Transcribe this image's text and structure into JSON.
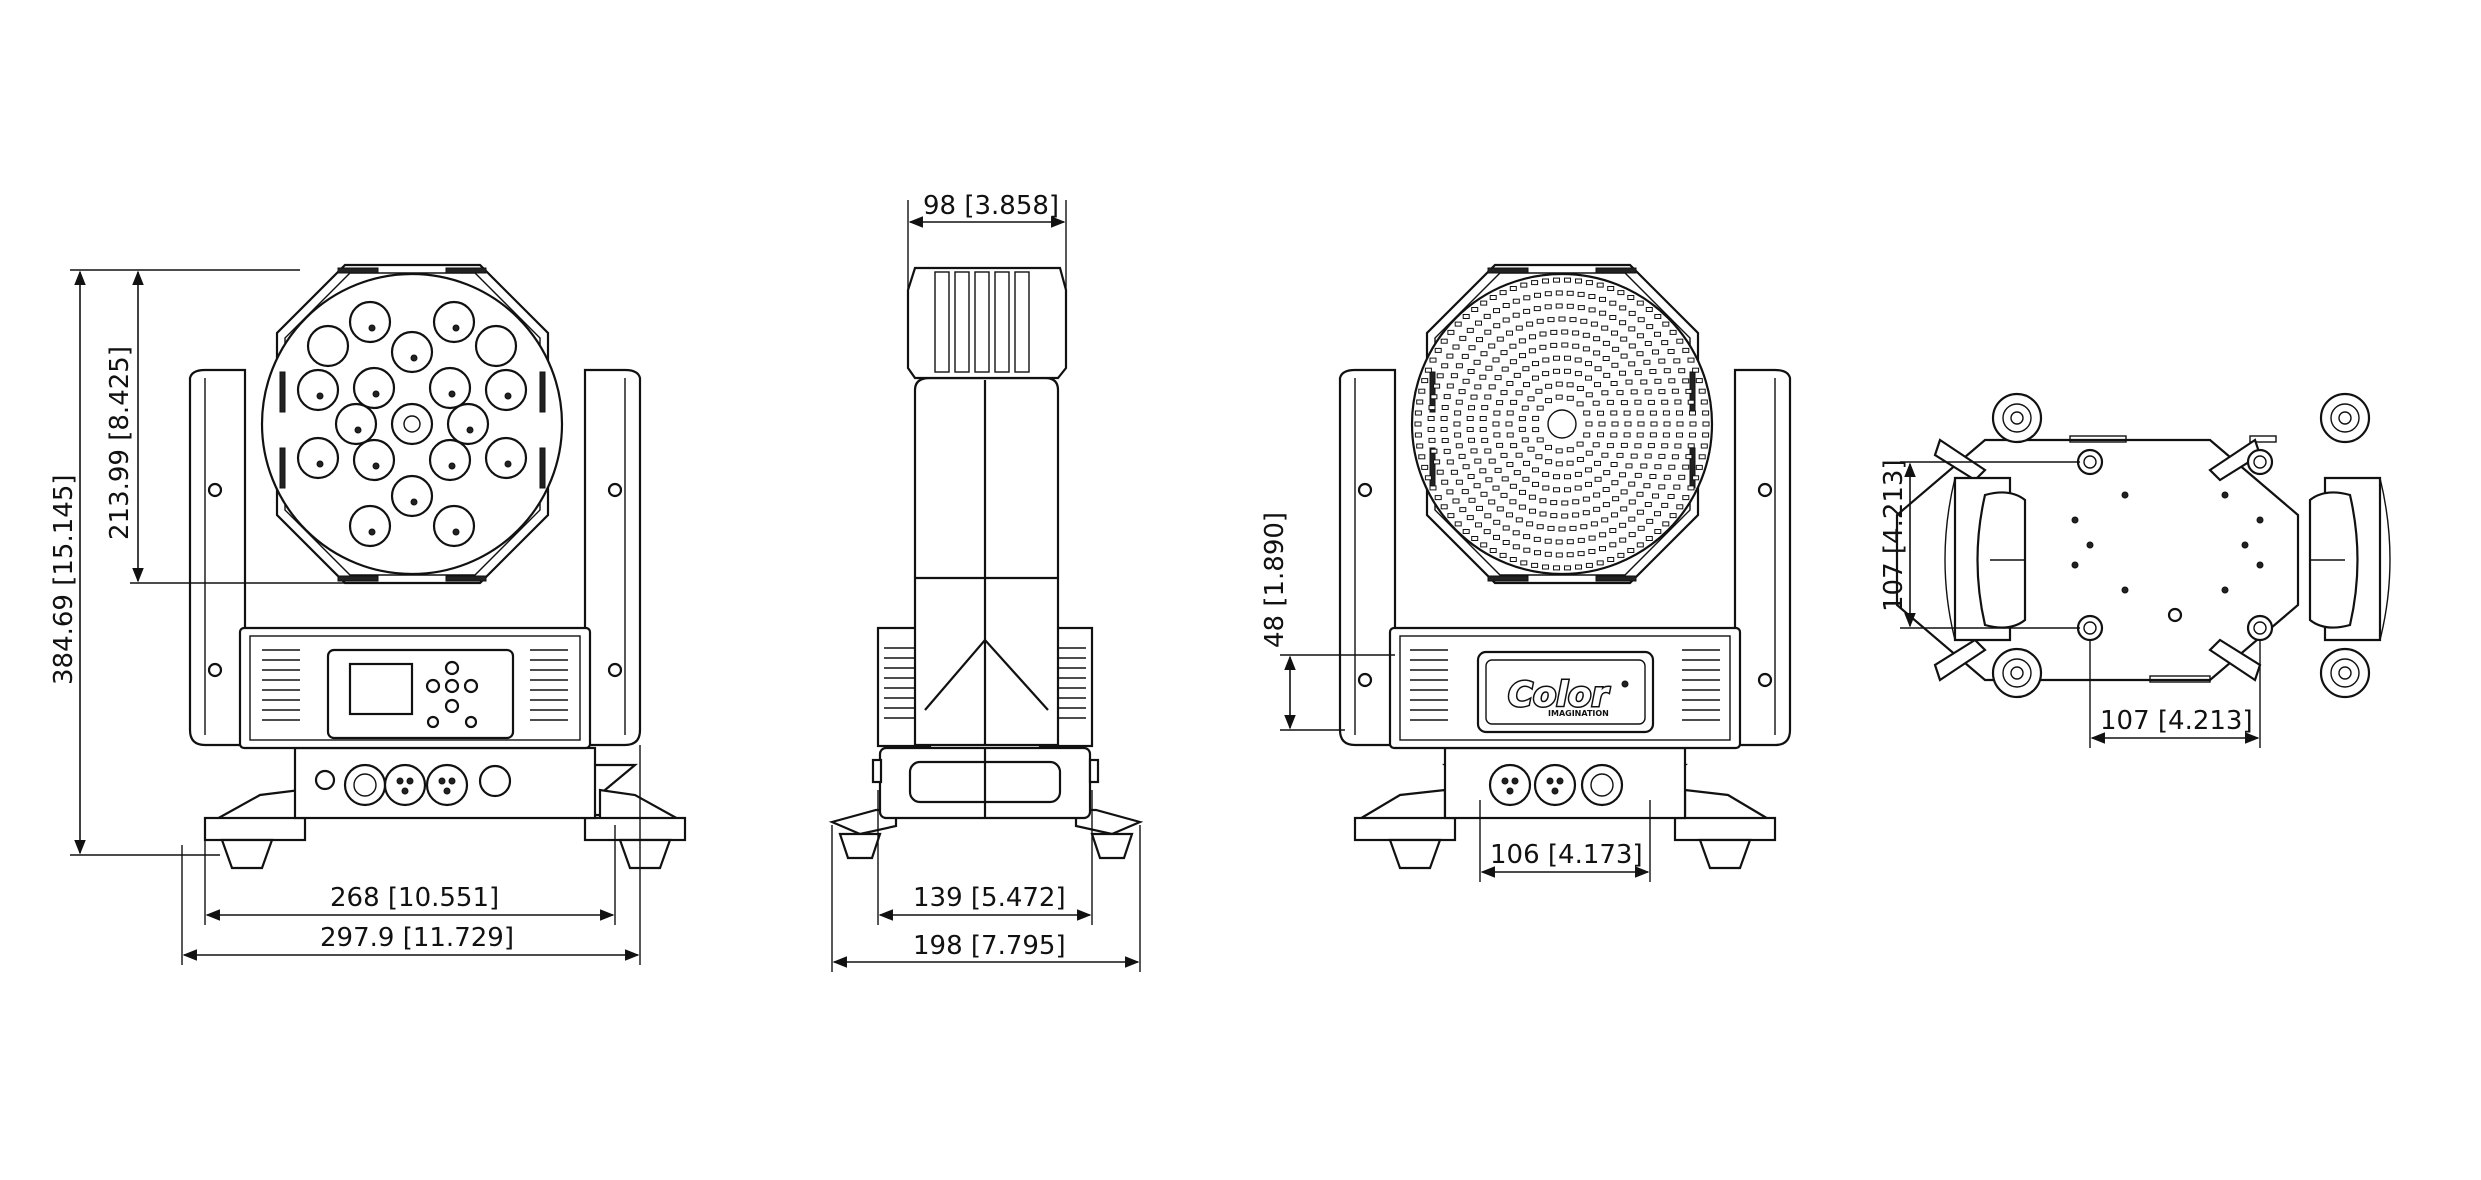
{
  "views": {
    "front": {
      "dims": {
        "total_height": "384.69 [15.145]",
        "head_height": "213.99 [8.425]",
        "arm_width": "268 [10.551]",
        "base_width": "297.9 [11.729]"
      }
    },
    "side": {
      "dims": {
        "head_depth": "98 [3.858]",
        "body_depth": "139 [5.472]",
        "base_depth": "198 [7.795]"
      }
    },
    "back": {
      "logo": {
        "brand": "Color",
        "tagline": "IMAGINATION"
      },
      "dims": {
        "connector_height": "48 [1.890]",
        "connector_span": "106 [4.173]"
      }
    },
    "bottom": {
      "dims": {
        "mount_spacing_vertical": "107 [4.213]",
        "mount_spacing_horizontal": "107 [4.213]"
      }
    }
  }
}
